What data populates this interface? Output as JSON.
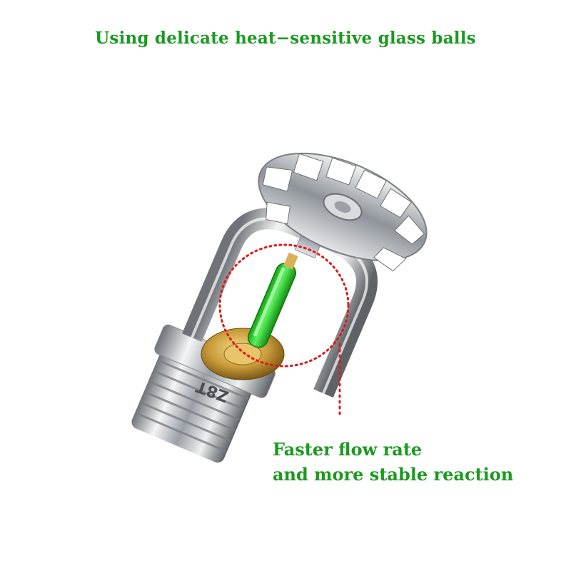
{
  "headline": "Using delicate heat−sensitive glass balls",
  "caption": {
    "line1": "Faster flow rate",
    "line2": "and more stable reaction"
  },
  "product": {
    "stamp_text": "Z8T",
    "bulb_color": "#2fd02f",
    "highlight_color": "#e01818",
    "text_color": "#1a9a1f"
  }
}
